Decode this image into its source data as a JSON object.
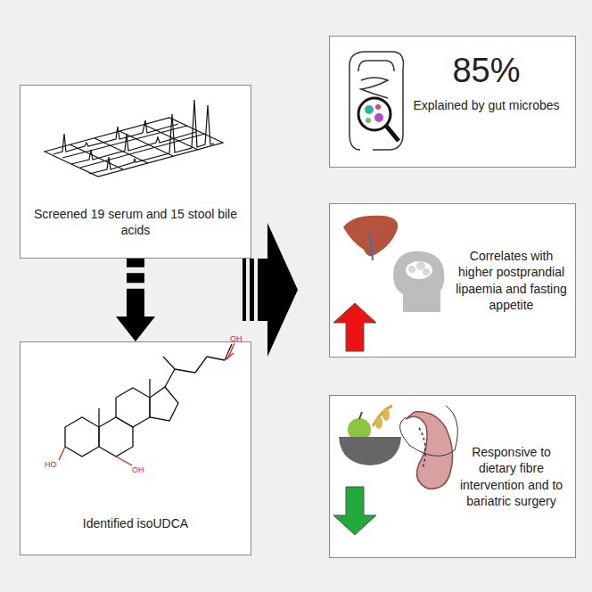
{
  "diagram": {
    "nodes": [
      {
        "text": [
          "Screened 19 serum and 15 stool bile acids"
        ]
      },
      {
        "text": [
          "Identified isoUDCA"
        ]
      },
      {
        "text": [
          "85%",
          "Explained by gut microbes"
        ]
      },
      {
        "text": [
          "Correlates with higher postprandial lipaemia and fasting appetite"
        ]
      },
      {
        "text": [
          "Responsive to dietary fibre intervention and to bariatric surgery"
        ]
      }
    ],
    "edges": [
      {
        "from": 0,
        "to": 1,
        "arrow": "to"
      }
    ],
    "labels": [
      "OH",
      "HO",
      "OH"
    ]
  }
}
